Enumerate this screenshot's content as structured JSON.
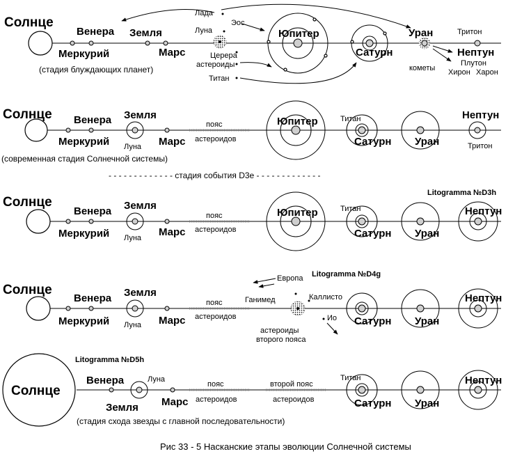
{
  "row1": {
    "sun": "Солнце",
    "venus": "Венера",
    "mercury": "Меркурий",
    "earth": "Земля",
    "mars": "Марс",
    "stage": "(стадия блуждающих планет)",
    "lada": "Лада",
    "luna": "Луна",
    "eos": "Эос",
    "ceres": "Церера",
    "asteroids": "астероиды",
    "titan": "Титан",
    "jupiter": "Юпитер",
    "saturn": "Сатурн",
    "uranus": "Уран",
    "neptune": "Нептун",
    "triton": "Тритон",
    "pluto": "Плутон",
    "chiron": "Хирон",
    "charon": "Харон",
    "comets": "кометы"
  },
  "row2": {
    "sun": "Солнце",
    "venus": "Венера",
    "mercury": "Меркурий",
    "earth": "Земля",
    "luna": "Луна",
    "mars": "Марс",
    "belt1": "пояс",
    "belt2": "астероидов",
    "jupiter": "Юпитер",
    "titan": "Титан",
    "saturn": "Сатурн",
    "uranus": "Уран",
    "neptune": "Нептун",
    "triton": "Тритон",
    "stage": "(современная стадия Солнечной системы)"
  },
  "divider": "- - - - - - - - - - - - -  стадия события D3e  - - - - - - - - - - - - -",
  "row3": {
    "lito": "Litogramma №D3h",
    "sun": "Солнце",
    "venus": "Венера",
    "mercury": "Меркурий",
    "earth": "Земля",
    "luna": "Луна",
    "mars": "Марс",
    "belt1": "пояс",
    "belt2": "астероидов",
    "jupiter": "Юпитер",
    "titan": "Титан",
    "saturn": "Сатурн",
    "uranus": "Уран",
    "neptune": "Нептун"
  },
  "row4": {
    "lito": "Litogramma №D4g",
    "sun": "Солнце",
    "venus": "Венера",
    "mercury": "Меркурий",
    "earth": "Земля",
    "luna": "Луна",
    "mars": "Марс",
    "belt1": "пояс",
    "belt2": "астероидов",
    "europa": "Европа",
    "ganymede": "Ганимед",
    "callisto": "Каллисто",
    "io": "Ио",
    "ast1": "астероиды",
    "ast2": "второго пояса",
    "saturn": "Сатурн",
    "uranus": "Уран",
    "neptune": "Нептун"
  },
  "row5": {
    "lito": "Litogramma  №D5h",
    "sun": "Солнце",
    "venus": "Венера",
    "luna": "Луна",
    "earth": "Земля",
    "mars": "Марс",
    "belt1": "пояс",
    "belt2": "астероидов",
    "belt3": "второй  пояс",
    "belt4": "астероидов",
    "titan": "Титан",
    "saturn": "Сатурн",
    "uranus": "Уран",
    "neptune": "Нептун",
    "stage": "(стадия схода звезды с главной последовательности)"
  },
  "caption": "Рис  33 - 5     Насканские этапы эволюции Солнечной системы"
}
